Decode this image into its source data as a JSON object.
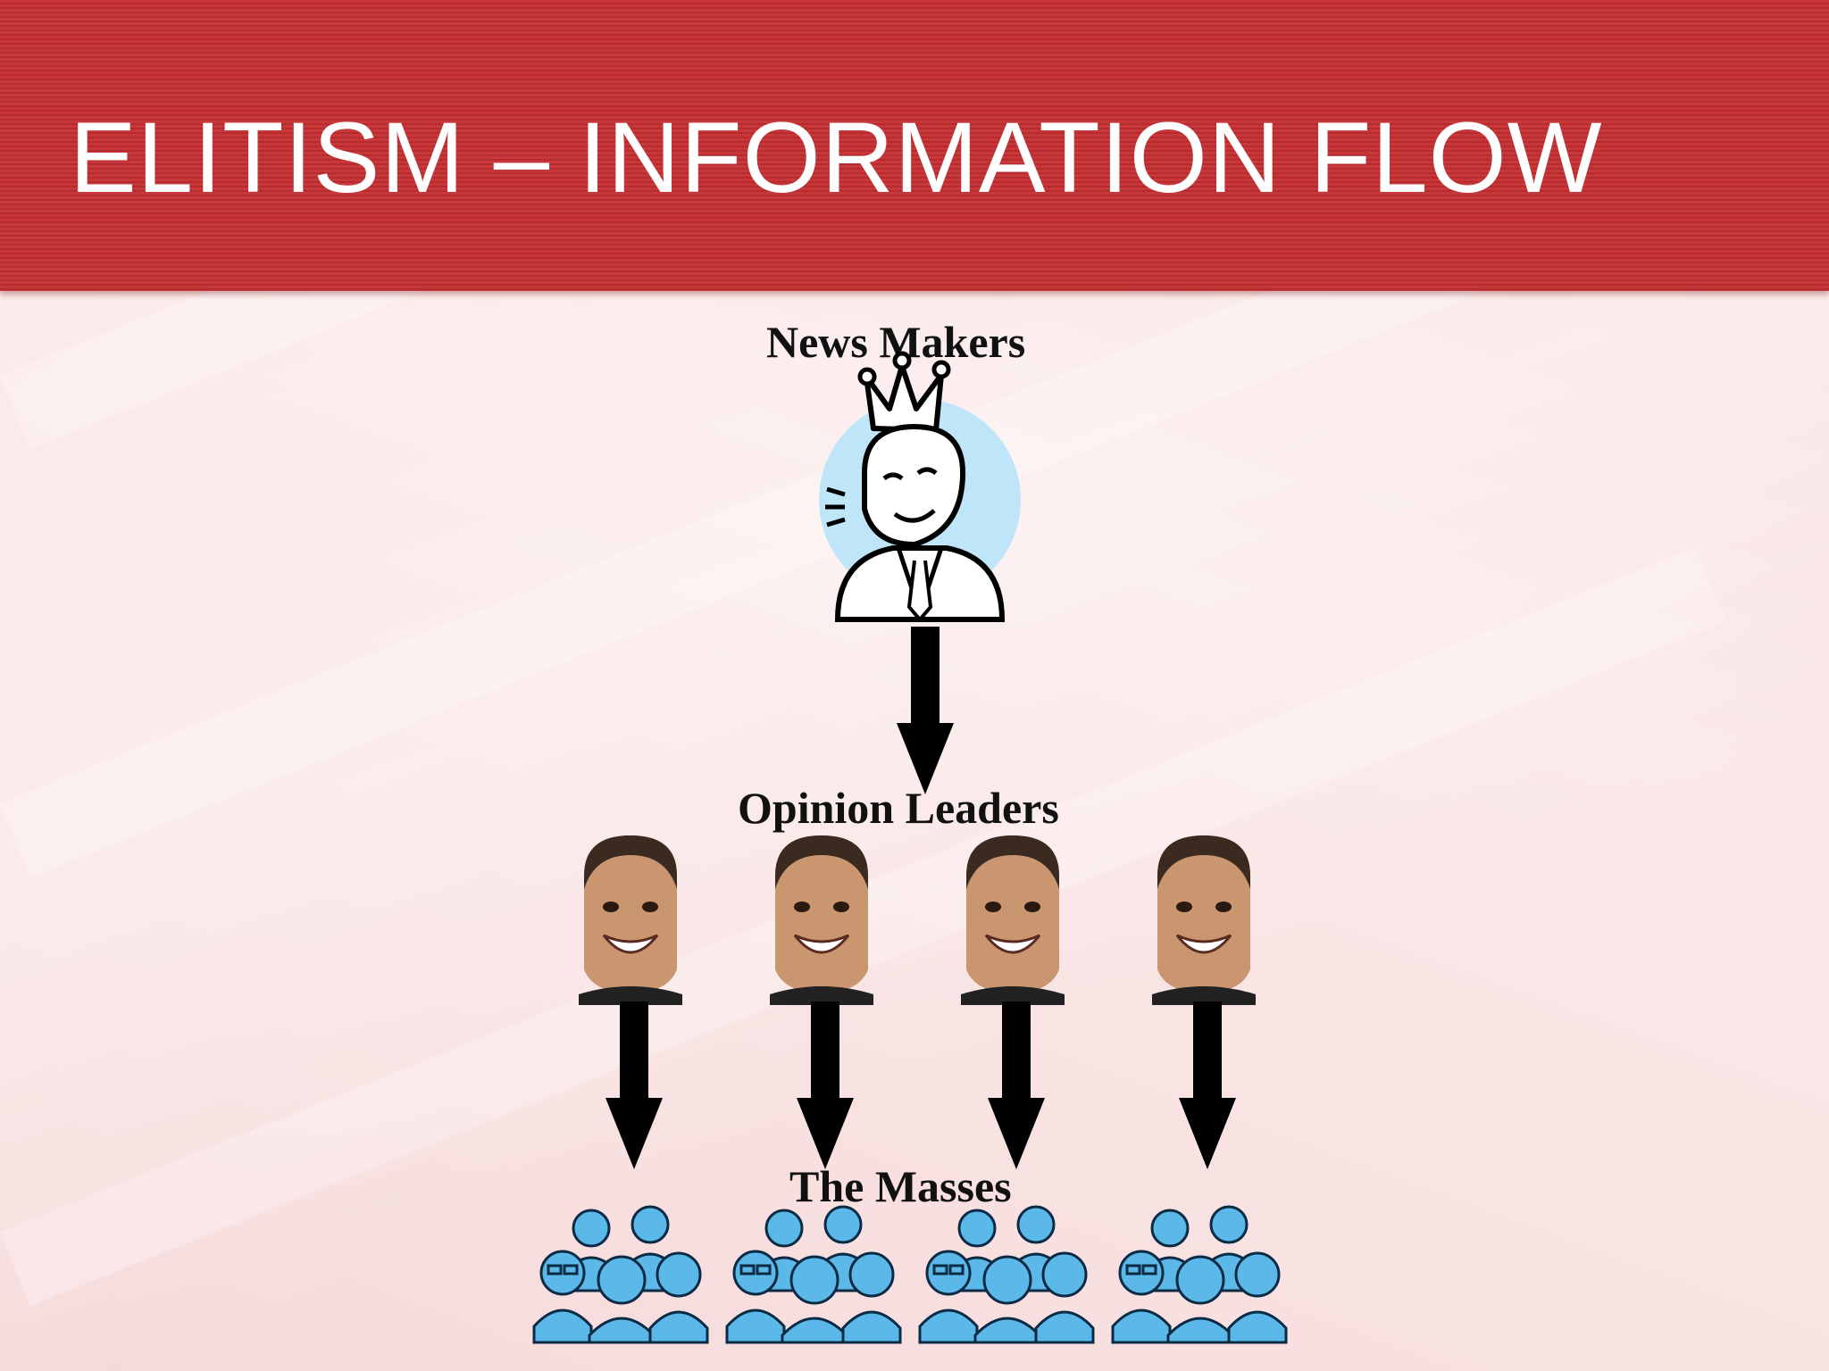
{
  "slide": {
    "title": "ELITISM – INFORMATION FLOW"
  },
  "diagram": {
    "top_label": "News Makers",
    "middle_label": "Opinion Leaders",
    "bottom_label": "The Masses"
  },
  "colors": {
    "header_red": "#c8383a",
    "figure_blue": "#5bb8e8",
    "arrow": "#000000"
  },
  "icons": {
    "news_maker": "crowned-king-icon",
    "opinion_leader": "face-photo-icon",
    "masses": "crowd-icon"
  }
}
